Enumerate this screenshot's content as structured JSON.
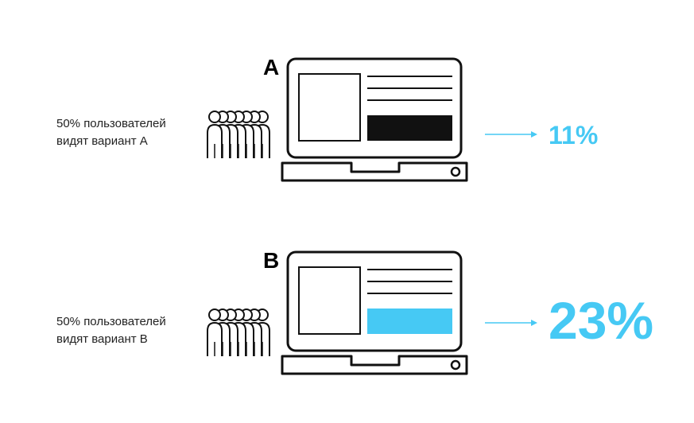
{
  "colors": {
    "accent": "#46c9f4",
    "ink": "#111111"
  },
  "variants": [
    {
      "letter": "A",
      "description_line1": "50% пользователей",
      "description_line2": "видят вариант А",
      "button_color": "#111111",
      "result": "11%"
    },
    {
      "letter": "B",
      "description_line1": "50% пользователей",
      "description_line2": "видят вариант В",
      "button_color": "#46c9f4",
      "result": "23%"
    }
  ],
  "icons": {
    "people": "people-group-icon",
    "laptop": "laptop-icon",
    "arrow": "arrow-right-icon"
  }
}
